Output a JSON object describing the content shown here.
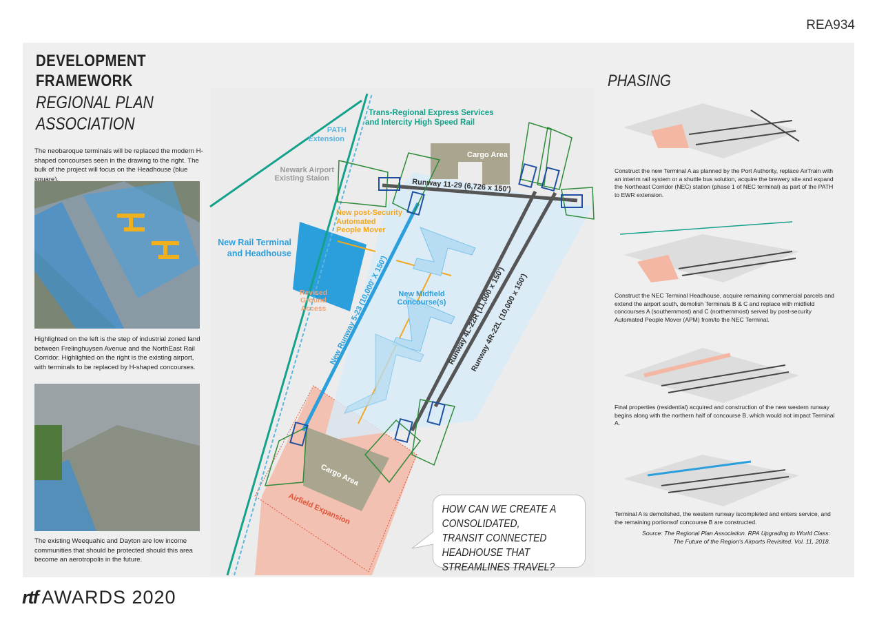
{
  "page_code": "REA934",
  "title": {
    "line1": "DEVELOPMENT",
    "line2": "FRAMEWORK",
    "sub1": "REGIONAL PLAN",
    "sub2": "ASSOCIATION"
  },
  "left": {
    "intro": "The neobaroque terminals will be replaced the modern H-shaped concourses seen in the drawing to the right. The bulk of the project will focus on the Headhouse (blue square).",
    "caption1": "Highlighted on the left is the step of industrial zoned land between Frelinghuysen Avenue and the NorthEast Rail Corridor. Highlighted on the right is the existing airport, with terminals to be replaced by H-shaped concourses.",
    "caption2": "The existing Weequahic and Dayton are low income communities that should be protected should this area become an aerotropolis in the future."
  },
  "map": {
    "trans_regional1": "Trans-Regional Express Services",
    "trans_regional2": "and Intercity High Speed Rail",
    "path1": "PATH",
    "path2": "Extension",
    "newark1": "Newark Airport",
    "newark2": "Existing Staion",
    "cargo_top": "Cargo Area",
    "cargo_bottom": "Cargo Area",
    "runway_11_29": "Runway 11-29 (6,726 x 150')",
    "apm1": "New post-Security",
    "apm2": "Automated",
    "apm3": "People Mover",
    "rail1": "New Rail Terminal",
    "rail2": "and Headhouse",
    "revised1": "Revised",
    "revised2": "Ground",
    "revised3": "Access",
    "midfield1": "New Midfield",
    "midfield2": "Concourse(s)",
    "runway_5_23": "New Runway 5-23 (10,000' X 150')",
    "runway_4l": "Runway 4L-22R (11,000 x 150')",
    "runway_4r": "Runway 4R-22L (10,000 x 150')",
    "airfield": "Airfield Expansion",
    "question": "HOW CAN WE CREATE A CONSOLIDATED, TRANSIT CONNECTED HEADHOUSE THAT STREAMLINES TRAVEL?"
  },
  "phasing": {
    "title": "PHASING",
    "phases": [
      {
        "text": "Construct the new Terminal A as planned by the Port Authority, replace AirTrain with an interim rail system or a shuttle bus solution, acquire the brewery site and expand the Northeast Corridor (NEC) station (phase 1 of NEC terminal) as part of the PATH to EWR extension."
      },
      {
        "text": "Construct the NEC Terminal Headhouse, acquire remaining commercial parcels and extend the airport south, demolish Terminals B & C and replace with midfield concourses A (southernmost) and C (northernmost) served by post-security Automated People Mover (APM) from/to the NEC Terminal."
      },
      {
        "text": "Final properties (residential) acquired and construction of the new western runway begins along with the northern half of concourse B, which would not impact Terminal A."
      },
      {
        "text": "Terminal A is demolished, the western runway iscompleted and enters service, and the remaining portionsof concourse B are constructed."
      }
    ],
    "source": "Source: The Regional Plan Association. RPA Upgrading to World Class: The Future of the Region's Airports Revisited. Vol. 11, 2018."
  },
  "footer": {
    "logo_mark": "rtf",
    "awards": "AWARDS 2020"
  },
  "colors": {
    "teal": "#13a18a",
    "blue": "#2a9fdc",
    "orange": "#f2a81d",
    "salmon": "#f4b7a3",
    "green": "#2f8a3a",
    "navy": "#1f4fa0",
    "runway": "#555555"
  }
}
